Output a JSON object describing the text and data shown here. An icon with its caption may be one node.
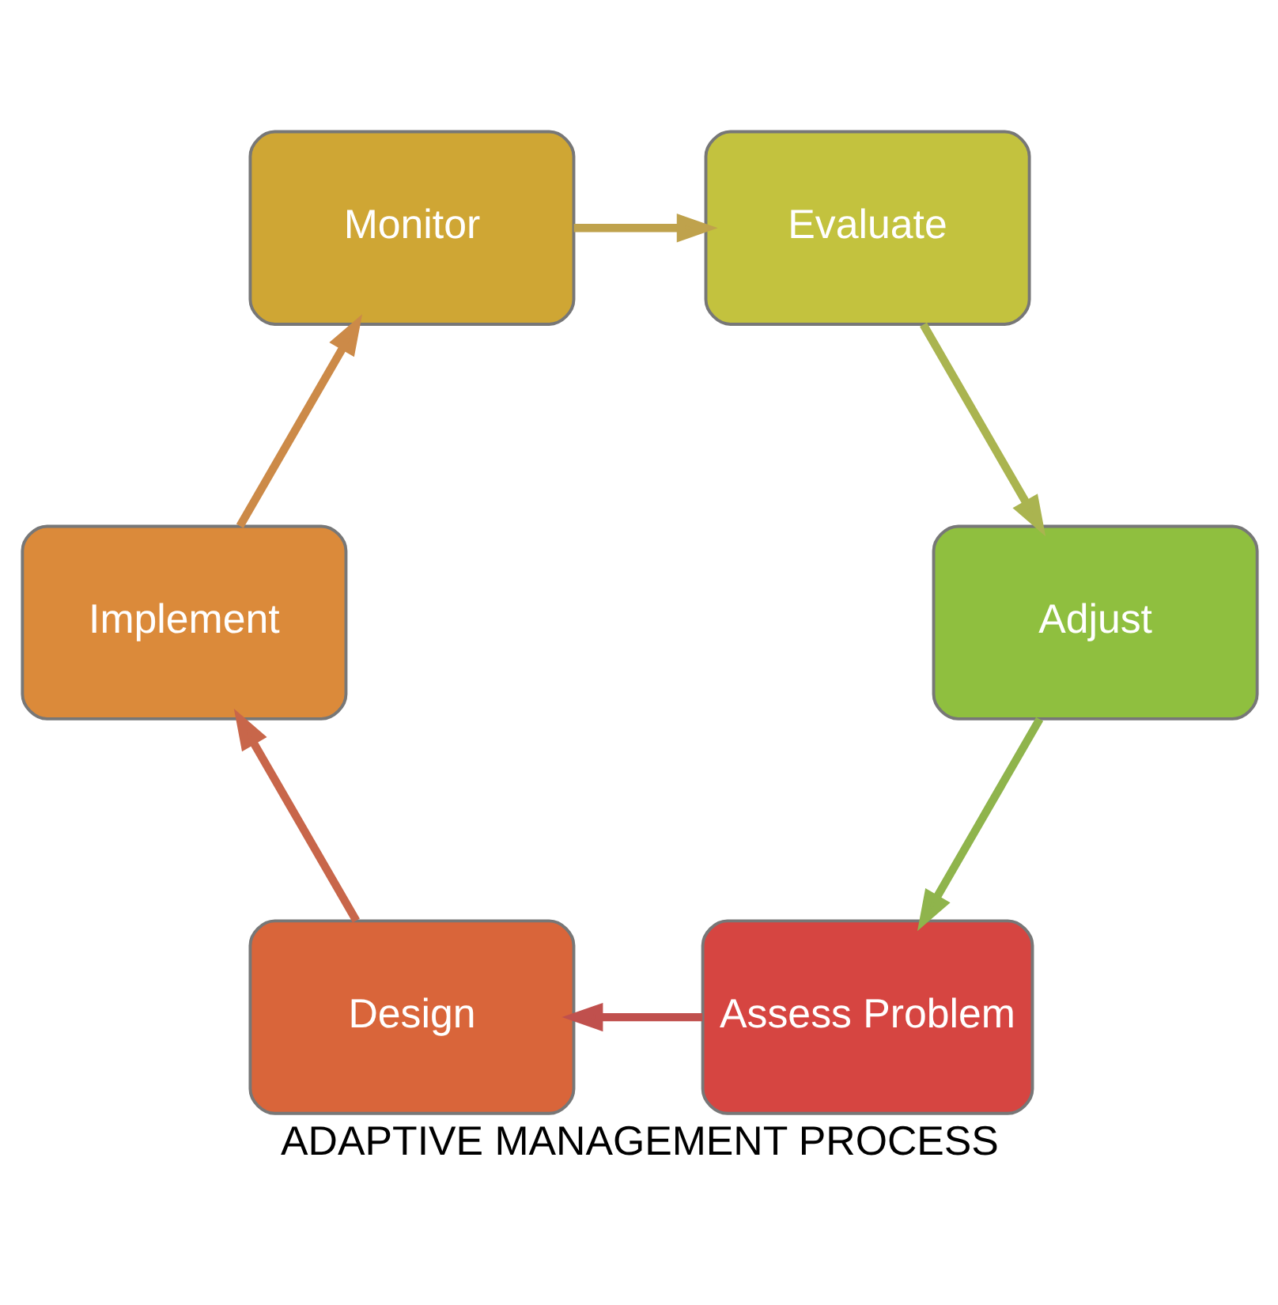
{
  "diagram": {
    "title": "ADAPTIVE MANAGEMENT PROCESS",
    "nodes": [
      {
        "text": [
          "Assess Problem"
        ]
      },
      {
        "text": [
          "Design"
        ]
      },
      {
        "text": [
          "Implement"
        ]
      },
      {
        "text": [
          "Monitor"
        ]
      },
      {
        "text": [
          "Evaluate"
        ]
      },
      {
        "text": [
          "Adjust"
        ]
      }
    ],
    "edges": [
      {
        "from": 0,
        "to": 1,
        "arrow": "to",
        "color": "#c0504d"
      },
      {
        "from": 1,
        "to": 2,
        "arrow": "to",
        "color": "#c8664a"
      },
      {
        "from": 2,
        "to": 3,
        "arrow": "to",
        "color": "#cc8a48"
      },
      {
        "from": 3,
        "to": 4,
        "arrow": "to",
        "color": "#bfa24c"
      },
      {
        "from": 4,
        "to": 5,
        "arrow": "to",
        "color": "#aab450"
      },
      {
        "from": 5,
        "to": 0,
        "arrow": "to",
        "color": "#8fb44c"
      }
    ]
  }
}
